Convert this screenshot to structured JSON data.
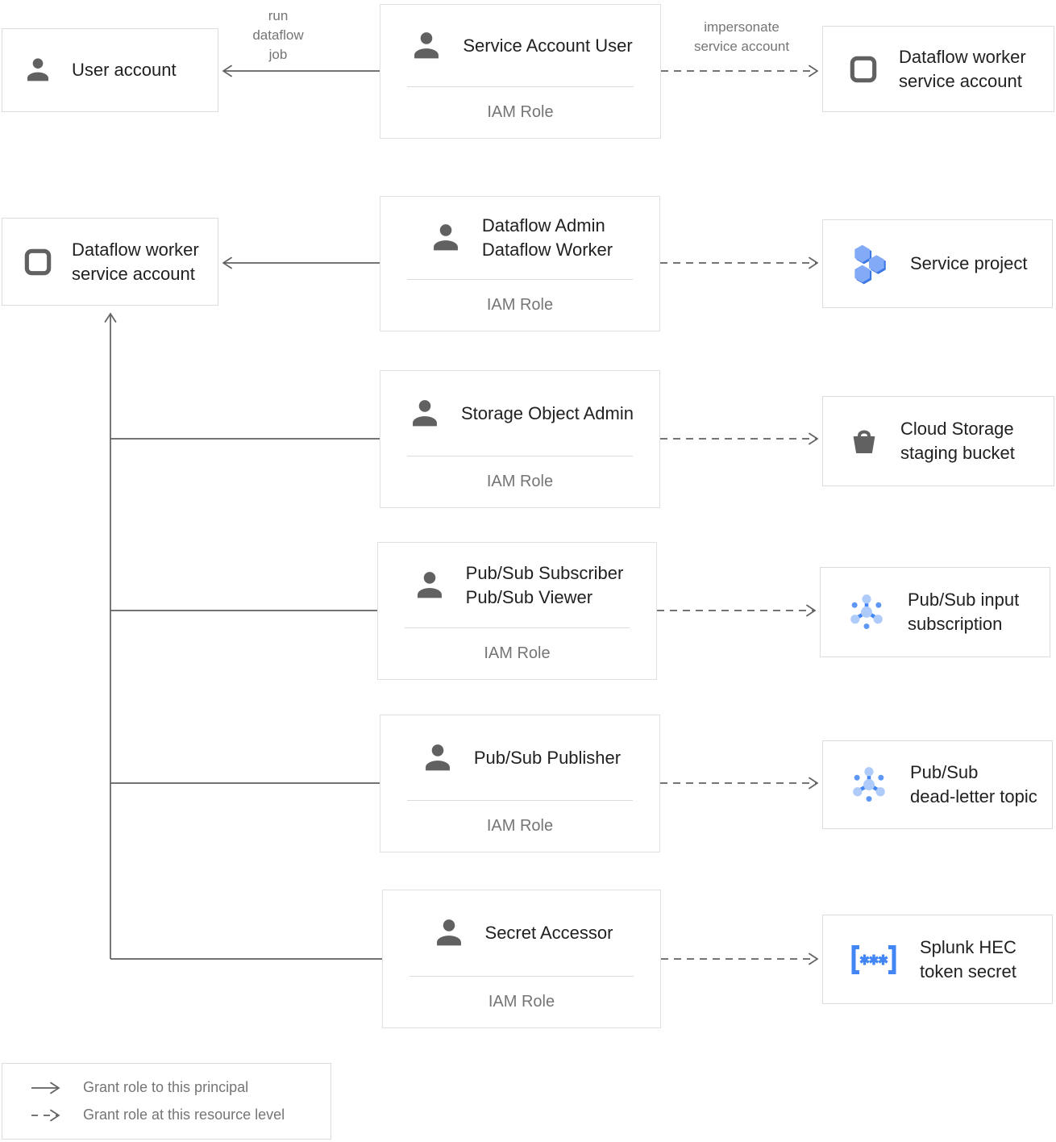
{
  "diagram": {
    "edge_labels": {
      "run_dataflow_job": [
        "run",
        "dataflow",
        "job"
      ],
      "impersonate": [
        "impersonate",
        "service account"
      ]
    },
    "nodes": {
      "user_account": [
        "User account"
      ],
      "dataflow_worker_sa_top": [
        "Dataflow worker",
        "service account"
      ],
      "dataflow_worker_sa_left": [
        "Dataflow worker",
        "service account"
      ],
      "service_project": [
        "Service project"
      ],
      "cloud_storage_bucket": [
        "Cloud Storage",
        "staging bucket"
      ],
      "pubsub_input_subscription": [
        "Pub/Sub input",
        "subscription"
      ],
      "pubsub_dead_letter_topic": [
        "Pub/Sub",
        "dead-letter topic"
      ],
      "splunk_hec_token_secret": [
        "Splunk HEC",
        "token secret"
      ]
    },
    "roles": {
      "service_account_user": {
        "titles": [
          "Service Account User"
        ],
        "subtitle": "IAM Role"
      },
      "dataflow_admin_worker": {
        "titles": [
          "Dataflow Admin",
          "Dataflow Worker"
        ],
        "subtitle": "IAM Role"
      },
      "storage_object_admin": {
        "titles": [
          "Storage Object Admin"
        ],
        "subtitle": "IAM Role"
      },
      "pubsub_subscriber_viewer": {
        "titles": [
          "Pub/Sub Subscriber",
          "Pub/Sub Viewer"
        ],
        "subtitle": "IAM Role"
      },
      "pubsub_publisher": {
        "titles": [
          "Pub/Sub Publisher"
        ],
        "subtitle": "IAM Role"
      },
      "secret_accessor": {
        "titles": [
          "Secret Accessor"
        ],
        "subtitle": "IAM Role"
      }
    },
    "legend": {
      "solid": "Grant role to this principal",
      "dashed": "Grant role at this resource level"
    },
    "icons": {
      "person": "person-icon",
      "service_account": "service-account-icon",
      "project": "project-hexagons-icon",
      "bucket": "storage-bucket-icon",
      "pubsub": "pubsub-icon",
      "secret": "secret-brackets-icon",
      "arrow_solid": "solid-arrow-icon",
      "arrow_dashed": "dashed-arrow-icon"
    },
    "colors": {
      "line": "#616161",
      "border": "#dadce0",
      "text_primary": "#212121",
      "text_secondary": "#757575",
      "blue": "#4285f4",
      "blue_light": "#aecbfa",
      "blue_dark": "#3c77e6",
      "icon_gray": "#616161"
    }
  }
}
